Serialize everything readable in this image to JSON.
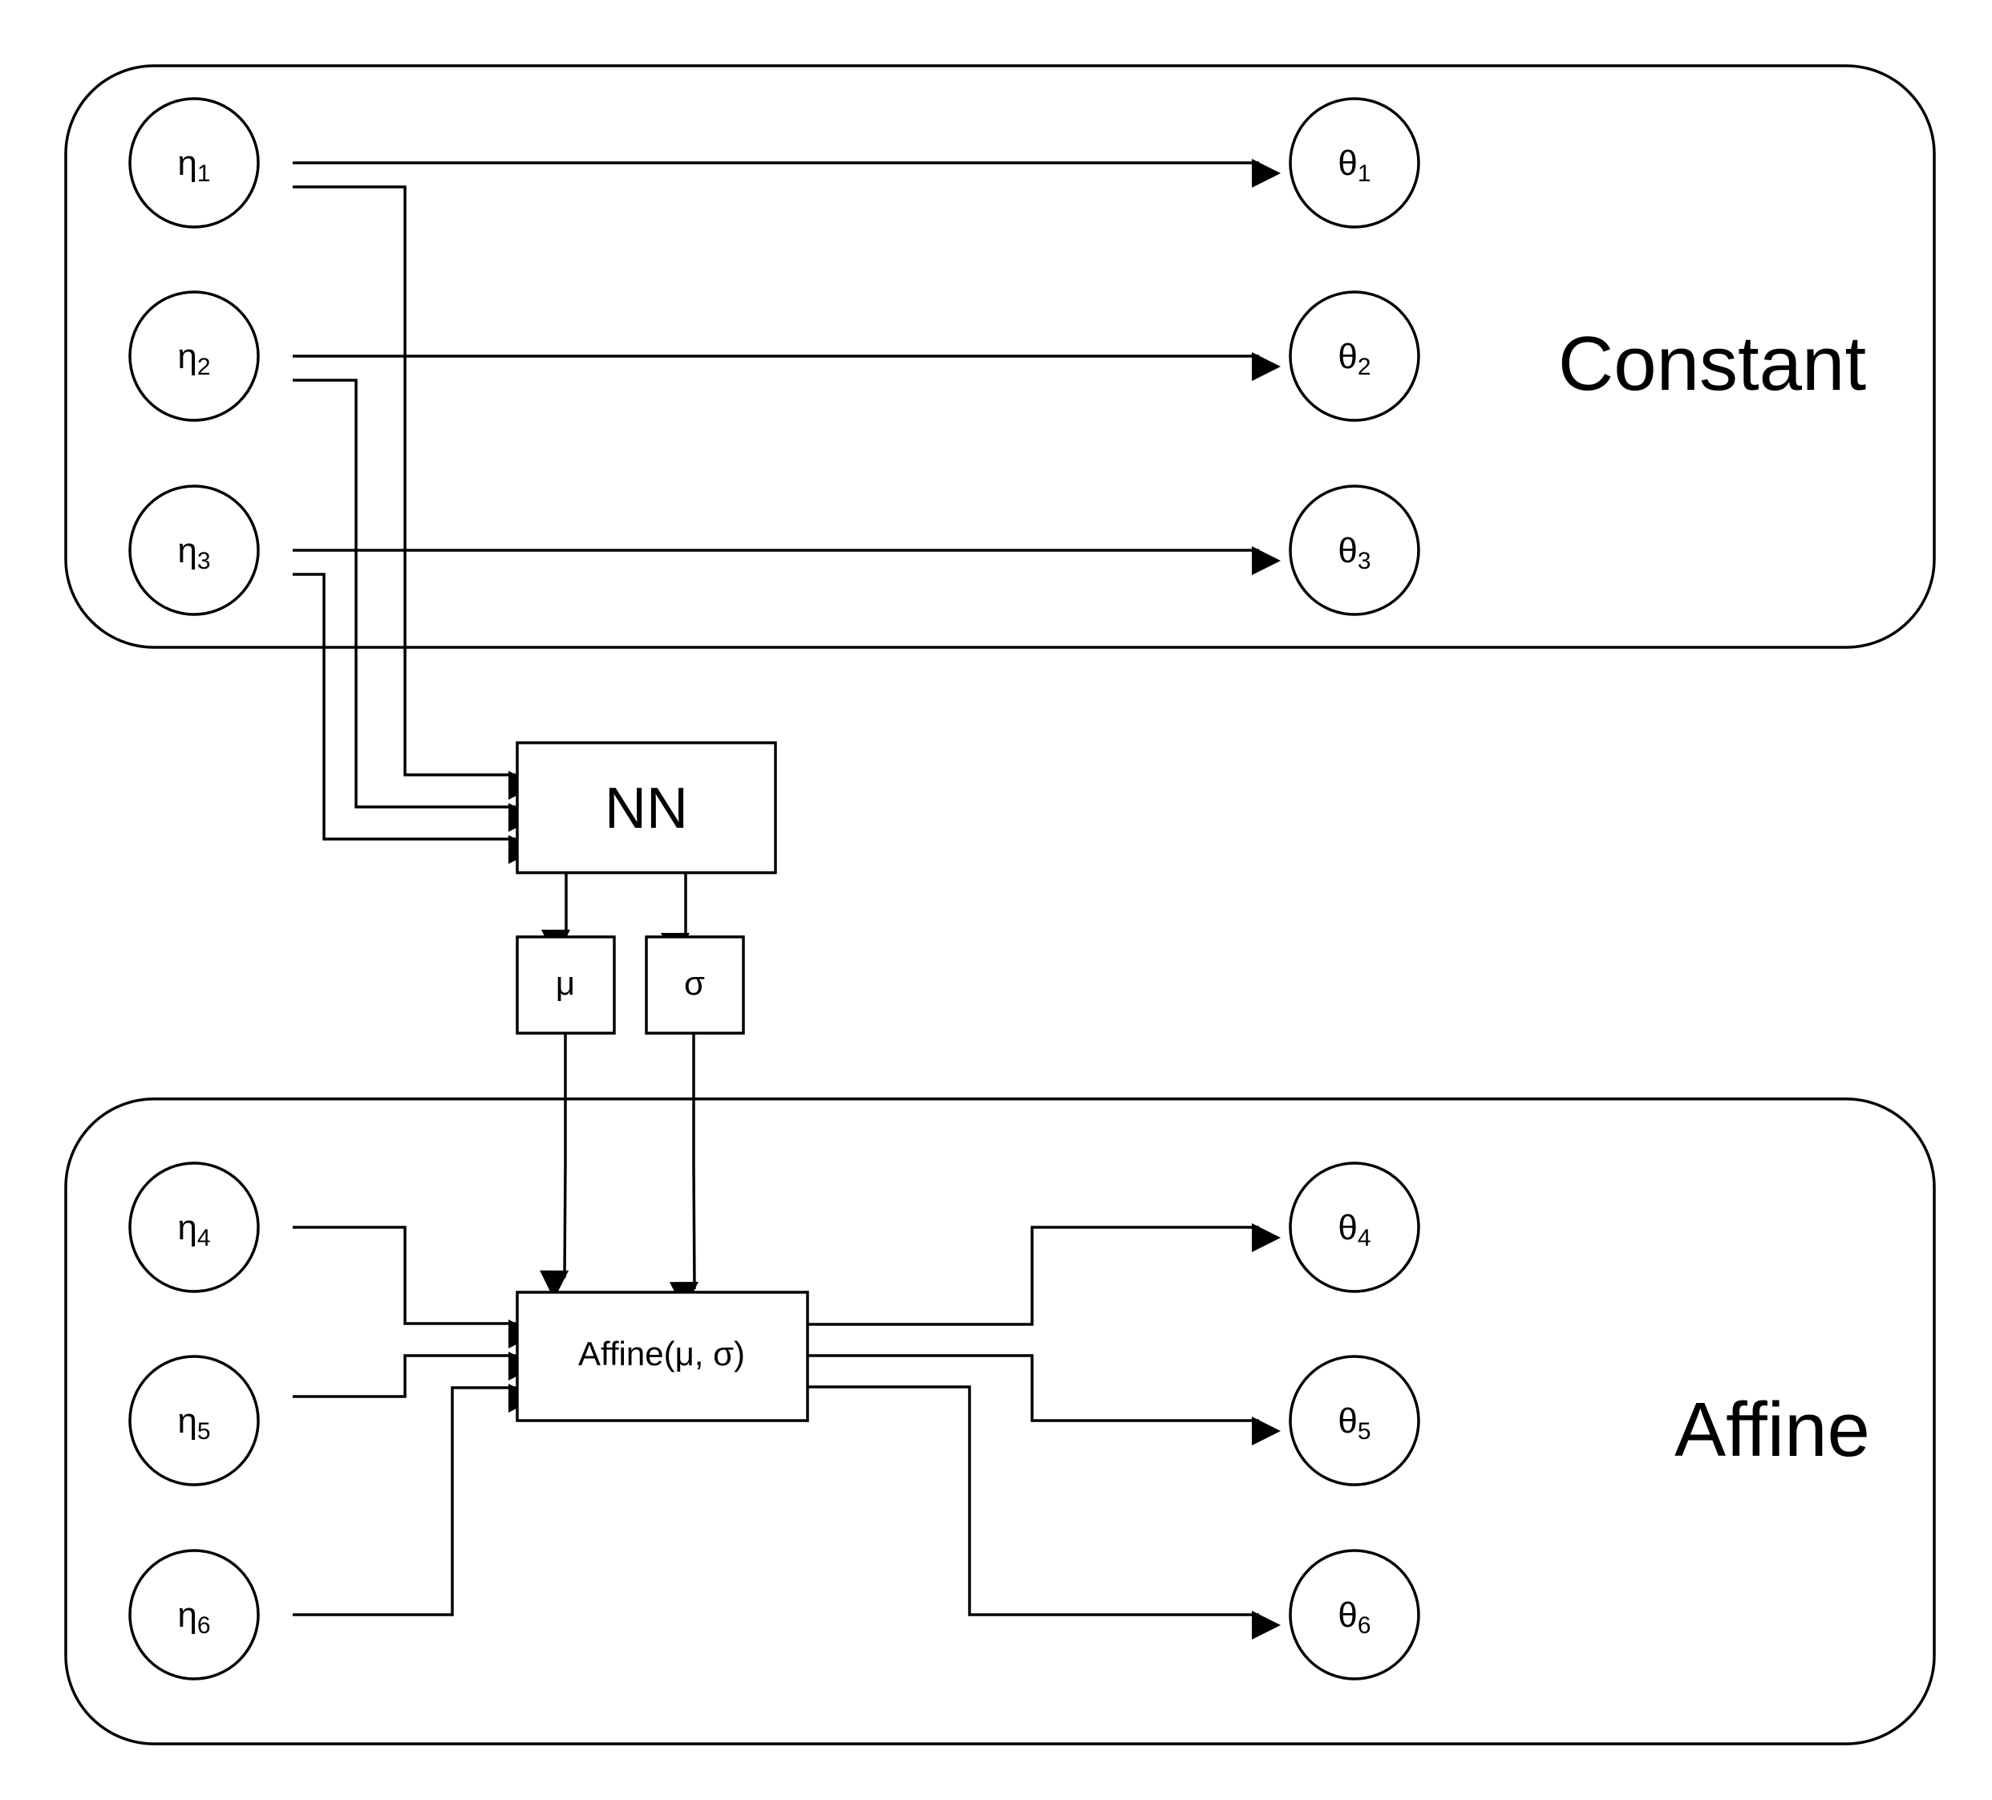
{
  "groups": [
    {
      "id": "constant",
      "label": "Constant"
    },
    {
      "id": "affine",
      "label": "Affine"
    }
  ],
  "inputs": [
    {
      "id": "eta1",
      "symbol": "η",
      "sub": "1"
    },
    {
      "id": "eta2",
      "symbol": "η",
      "sub": "2"
    },
    {
      "id": "eta3",
      "symbol": "η",
      "sub": "3"
    },
    {
      "id": "eta4",
      "symbol": "η",
      "sub": "4"
    },
    {
      "id": "eta5",
      "symbol": "η",
      "sub": "5"
    },
    {
      "id": "eta6",
      "symbol": "η",
      "sub": "6"
    }
  ],
  "outputs": [
    {
      "id": "theta1",
      "symbol": "θ",
      "sub": "1"
    },
    {
      "id": "theta2",
      "symbol": "θ",
      "sub": "2"
    },
    {
      "id": "theta3",
      "symbol": "θ",
      "sub": "3"
    },
    {
      "id": "theta4",
      "symbol": "θ",
      "sub": "4"
    },
    {
      "id": "theta5",
      "symbol": "θ",
      "sub": "5"
    },
    {
      "id": "theta6",
      "symbol": "θ",
      "sub": "6"
    }
  ],
  "boxes": {
    "nn": "NN",
    "mu": "μ",
    "sigma": "σ",
    "affine": "Affine(μ, σ)"
  },
  "edges": [
    {
      "from": "eta1",
      "to": "theta1"
    },
    {
      "from": "eta2",
      "to": "theta2"
    },
    {
      "from": "eta3",
      "to": "theta3"
    },
    {
      "from": "eta1",
      "to": "nn"
    },
    {
      "from": "eta2",
      "to": "nn"
    },
    {
      "from": "eta3",
      "to": "nn"
    },
    {
      "from": "nn",
      "to": "mu"
    },
    {
      "from": "nn",
      "to": "sigma"
    },
    {
      "from": "mu",
      "to": "affine"
    },
    {
      "from": "sigma",
      "to": "affine"
    },
    {
      "from": "eta4",
      "to": "affine"
    },
    {
      "from": "eta5",
      "to": "affine"
    },
    {
      "from": "eta6",
      "to": "affine"
    },
    {
      "from": "affine",
      "to": "theta4"
    },
    {
      "from": "affine",
      "to": "theta5"
    },
    {
      "from": "affine",
      "to": "theta6"
    }
  ]
}
